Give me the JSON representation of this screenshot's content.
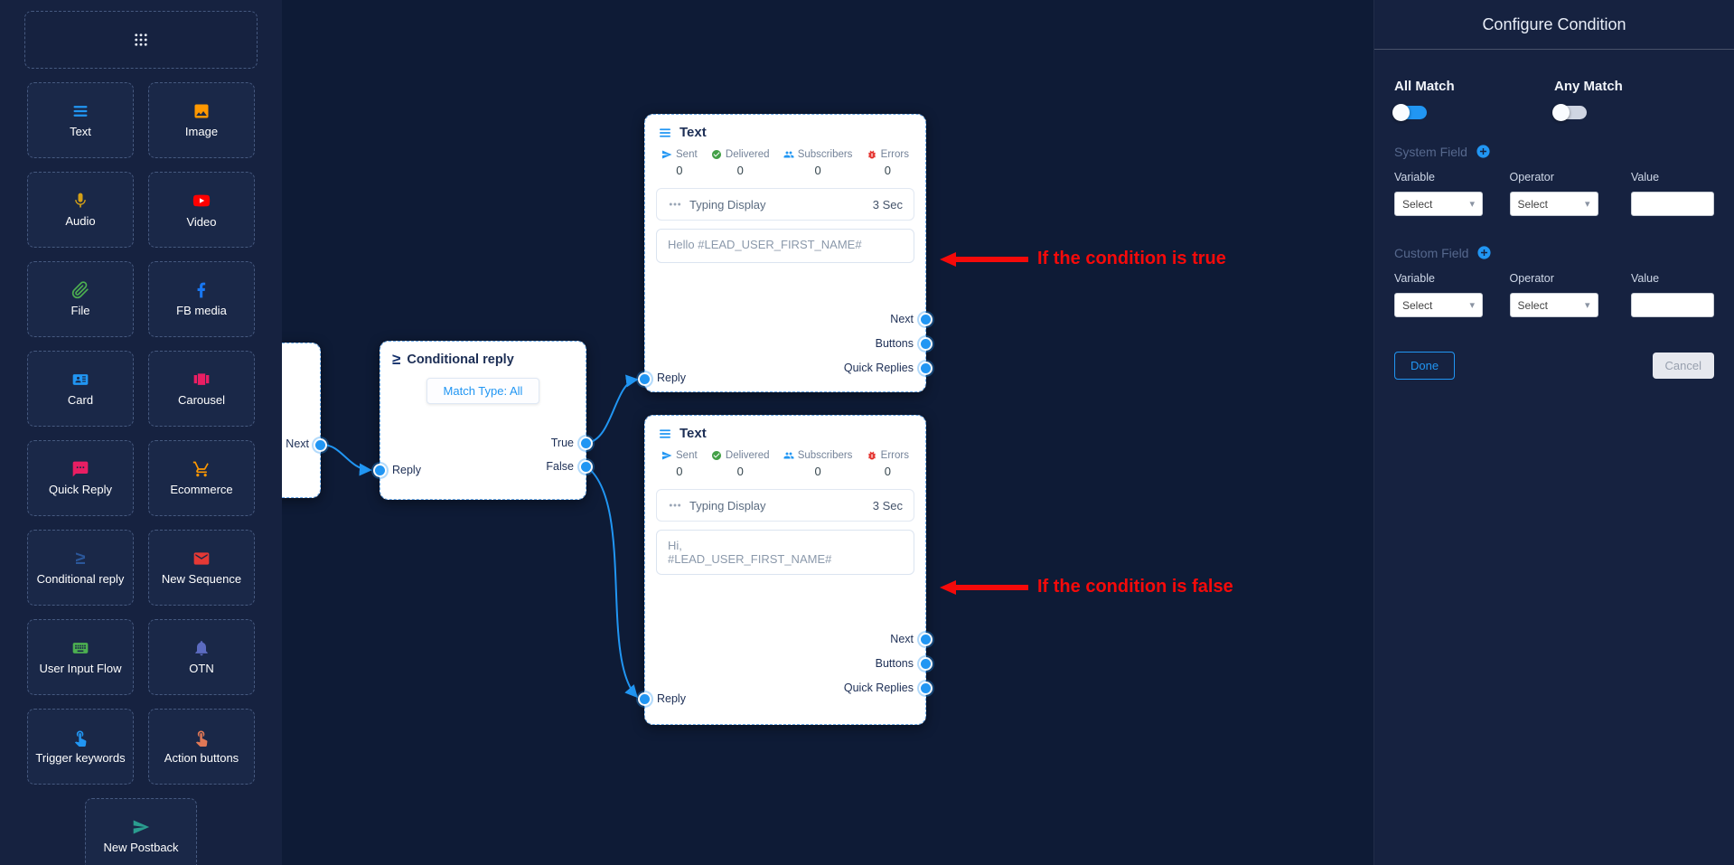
{
  "sidebar": {
    "items": [
      {
        "label": "Text"
      },
      {
        "label": "Image"
      },
      {
        "label": "Audio"
      },
      {
        "label": "Video"
      },
      {
        "label": "File"
      },
      {
        "label": "FB media"
      },
      {
        "label": "Card"
      },
      {
        "label": "Carousel"
      },
      {
        "label": "Quick Reply"
      },
      {
        "label": "Ecommerce"
      },
      {
        "label": "Conditional reply"
      },
      {
        "label": "New Sequence"
      },
      {
        "label": "User Input Flow"
      },
      {
        "label": "OTN"
      },
      {
        "label": "Trigger keywords"
      },
      {
        "label": "Action buttons"
      },
      {
        "label": "New Postback"
      }
    ]
  },
  "canvas": {
    "partial_node": {
      "next_label": "Next"
    },
    "conditional_node": {
      "title": "Conditional reply",
      "match_type": "Match Type: All",
      "reply_label": "Reply",
      "true_label": "True",
      "false_label": "False"
    },
    "text_node_1": {
      "title": "Text",
      "stats": [
        {
          "label": "Sent",
          "value": "0"
        },
        {
          "label": "Delivered",
          "value": "0"
        },
        {
          "label": "Subscribers",
          "value": "0"
        },
        {
          "label": "Errors",
          "value": "0"
        }
      ],
      "typing_label": "Typing Display",
      "typing_value": "3 Sec",
      "message": "Hello #LEAD_USER_FIRST_NAME#",
      "outputs": [
        "Next",
        "Buttons",
        "Quick Replies"
      ],
      "reply_label": "Reply"
    },
    "text_node_2": {
      "title": "Text",
      "stats": [
        {
          "label": "Sent",
          "value": "0"
        },
        {
          "label": "Delivered",
          "value": "0"
        },
        {
          "label": "Subscribers",
          "value": "0"
        },
        {
          "label": "Errors",
          "value": "0"
        }
      ],
      "typing_label": "Typing Display",
      "typing_value": "3 Sec",
      "message": "Hi,\n#LEAD_USER_FIRST_NAME#",
      "outputs": [
        "Next",
        "Buttons",
        "Quick Replies"
      ],
      "reply_label": "Reply"
    },
    "annotations": [
      {
        "text": "If the condition is true"
      },
      {
        "text": "If the condition is false"
      }
    ]
  },
  "panel": {
    "title": "Configure Condition",
    "all_match_label": "All Match",
    "any_match_label": "Any Match",
    "system_field_label": "System Field",
    "custom_field_label": "Custom Field",
    "variable_label": "Variable",
    "operator_label": "Operator",
    "value_label": "Value",
    "select_value": "Select",
    "done_label": "Done",
    "cancel_label": "Cancel"
  },
  "colors": {
    "accent": "#2196f3",
    "annotation_red": "#f50a0a",
    "toggle_on": "#2196f3"
  }
}
